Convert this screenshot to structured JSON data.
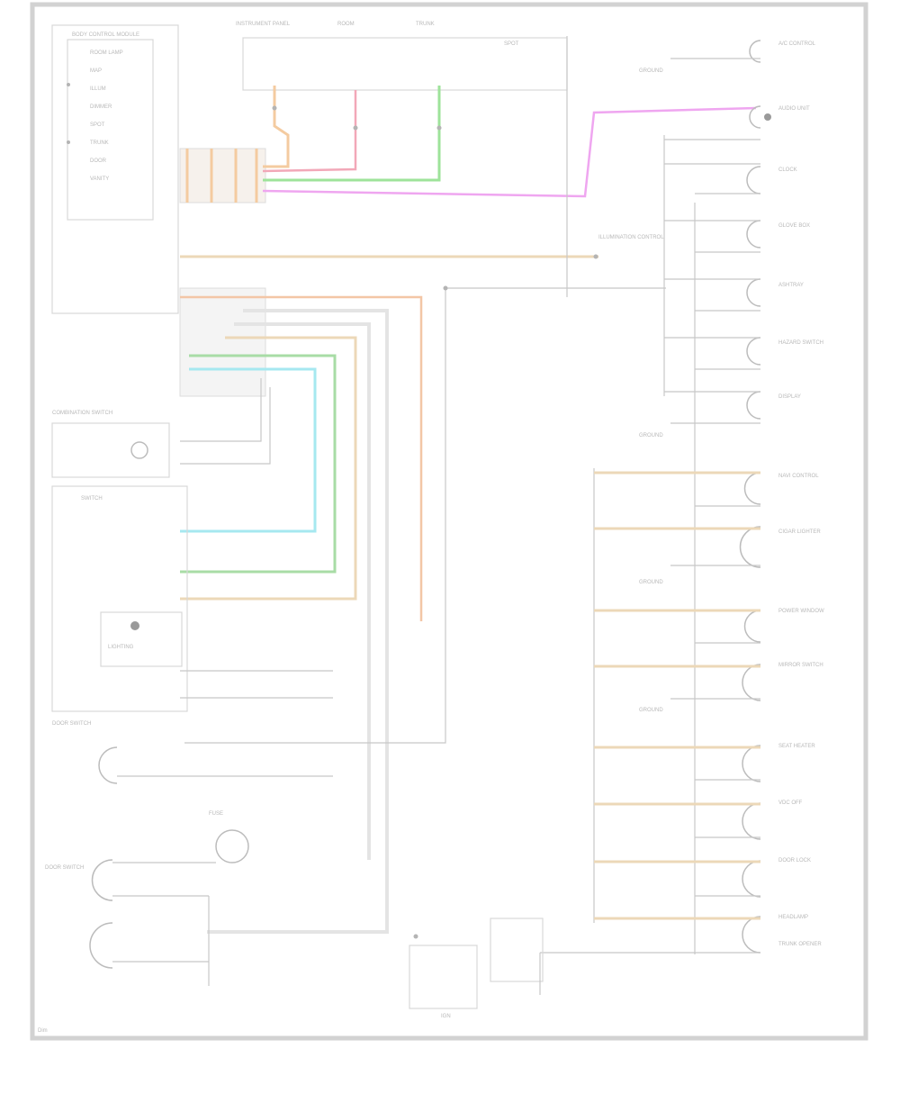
{
  "diagram": {
    "corner_label": "Dim",
    "top_headers": [
      "INSTRUMENT PANEL",
      "ROOM",
      "TRUNK",
      "SPOT"
    ],
    "left_module_label": "BODY CONTROL MODULE",
    "left_module_pins": [
      "ROOM LAMP",
      "MAP",
      "ILLUM",
      "DIMMER",
      "SPOT",
      "TRUNK",
      "DOOR",
      "VANITY"
    ],
    "left_sub_labels": [
      "COMBINATION SWITCH",
      "SWITCH",
      "LIGHTING"
    ],
    "right_header": "ILLUMINATION CONTROL",
    "right_components": [
      "A/C CONTROL",
      "AUDIO UNIT",
      "CLOCK",
      "GLOVE BOX",
      "ASHTRAY",
      "HAZARD SWITCH",
      "DISPLAY",
      "NAVI CONTROL",
      "CIGAR LIGHTER",
      "POWER WINDOW",
      "MIRROR SWITCH",
      "SEAT HEATER",
      "VDC OFF",
      "DOOR LOCK",
      "HEADLAMP",
      "TRUNK OPENER"
    ],
    "ground_labels": [
      "GROUND",
      "GROUND",
      "GROUND",
      "GROUND"
    ],
    "bottom_labels": [
      "DOOR SWITCH",
      "DOOR SWITCH",
      "FUSE",
      "IGN"
    ]
  }
}
